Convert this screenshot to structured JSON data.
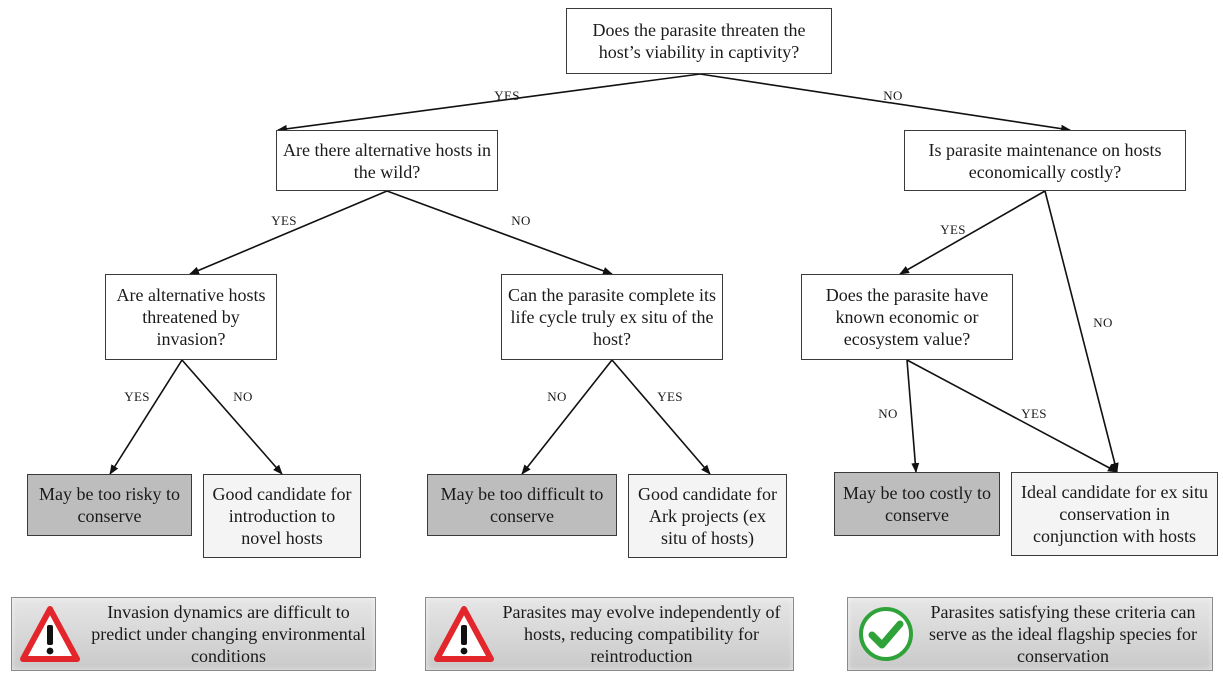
{
  "nodes": {
    "q_threat": "Does the parasite threaten the host’s viability in captivity?",
    "q_alt_hosts": "Are there alternative hosts in the wild?",
    "q_costly": "Is parasite maintenance on hosts economically costly?",
    "q_invasion": "Are alternative hosts threatened by invasion?",
    "q_life_cycle": "Can the parasite complete its life cycle truly ex situ of the host?",
    "q_value": "Does the parasite have known economic or ecosystem value?",
    "o_risky": "May be too risky to conserve",
    "o_novel_hosts": "Good candidate for introduction to novel hosts",
    "o_difficult": "May be too difficult to conserve",
    "o_ark": "Good candidate for Ark projects (ex situ of hosts)",
    "o_too_costly": "May be too costly to conserve",
    "o_ideal": "Ideal candidate for ex situ conservation in conjunction with hosts"
  },
  "edge_labels": {
    "threat_yes": "YES",
    "threat_no": "NO",
    "alt_yes": "YES",
    "alt_no": "NO",
    "costly_yes": "YES",
    "costly_no": "NO",
    "invasion_yes": "YES",
    "invasion_no": "NO",
    "lifecycle_no": "NO",
    "lifecycle_yes": "YES",
    "value_no": "NO",
    "value_yes": "YES"
  },
  "notes": [
    {
      "icon": "warning-icon",
      "text": "Invasion dynamics are difficult to predict under changing environmental conditions"
    },
    {
      "icon": "warning-icon",
      "text": "Parasites may evolve independently of hosts, reducing compatibility for reintroduction"
    },
    {
      "icon": "check-icon",
      "text": "Parasites satisfying these criteria can serve as the ideal flagship species for conservation"
    }
  ],
  "colors": {
    "outcome_negative": "#bdbdbd",
    "outcome_positive": "#f4f4f4",
    "warning_red": "#e3262b",
    "check_green": "#2fa33a"
  }
}
